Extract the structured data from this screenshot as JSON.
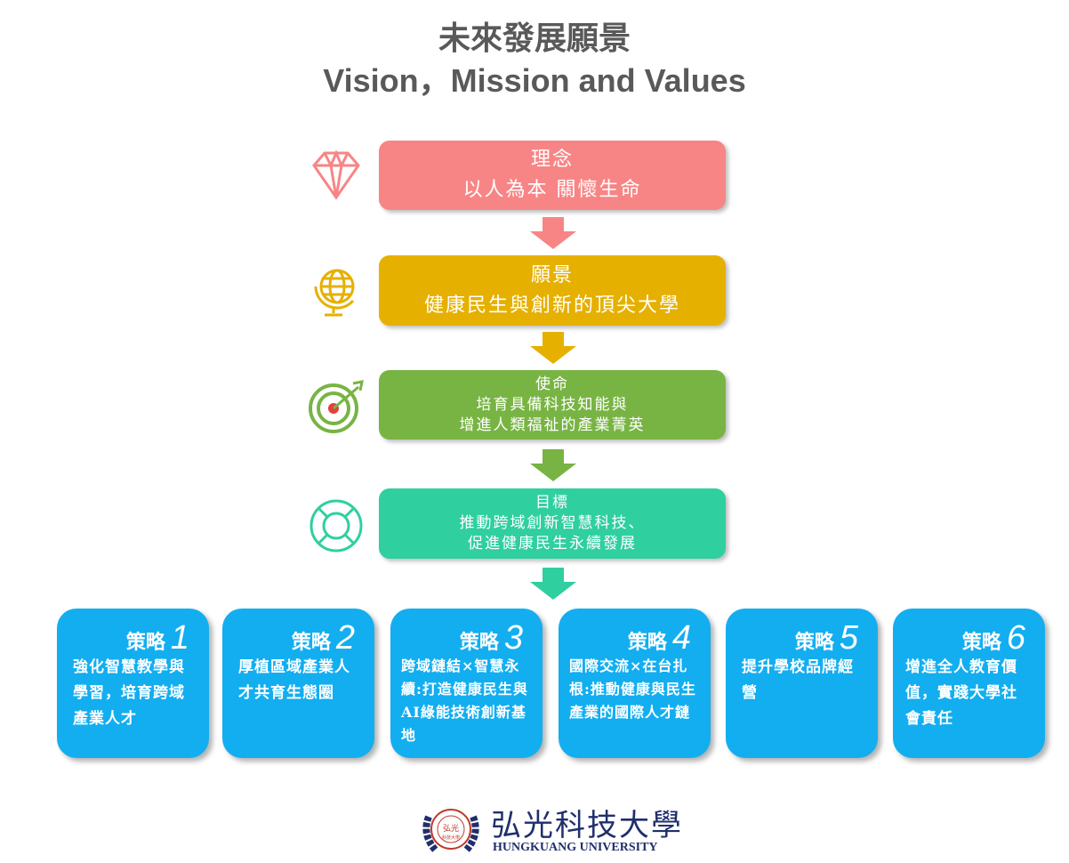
{
  "header": {
    "title_zh": "未來發展願景",
    "title_en": "Vision，Mission and Values"
  },
  "flow": [
    {
      "label": "理念",
      "text": [
        "以人為本 關懷生命"
      ],
      "color": "#f88585",
      "icon": "diamond-icon"
    },
    {
      "label": "願景",
      "text": [
        "健康民生與創新的頂尖大學"
      ],
      "color": "#e6b000",
      "icon": "globe-icon"
    },
    {
      "label": "使命",
      "text": [
        "培育具備科技知能與",
        "增進人類福祉的產業菁英"
      ],
      "color": "#78b443",
      "icon": "target-icon"
    },
    {
      "label": "目標",
      "text": [
        "推動跨域創新智慧科技、",
        "促進健康民生永續發展"
      ],
      "color": "#2fcfa0",
      "icon": "lifebuoy-icon"
    }
  ],
  "strategies": [
    {
      "label": "策略",
      "num": "1",
      "text": "強化智慧教學與學習，培育跨域產業人才"
    },
    {
      "label": "策略",
      "num": "2",
      "text": "厚植區域產業人才共育生態圈"
    },
    {
      "label": "策略",
      "num": "3",
      "text": "跨域鏈結×智慧永續:打造健康民生與AI綠能技術創新基地"
    },
    {
      "label": "策略",
      "num": "4",
      "text": "國際交流×在台扎根:推動健康與民生產業的國際人才鏈"
    },
    {
      "label": "策略",
      "num": "5",
      "text": "提升學校品牌經營"
    },
    {
      "label": "策略",
      "num": "6",
      "text": "增進全人教育價值，實踐大學社會責任"
    }
  ],
  "logo": {
    "name_zh": "弘光科技大學",
    "name_en": "HUNGKUANG UNIVERSITY",
    "seal_text": "弘光 科技大學"
  }
}
